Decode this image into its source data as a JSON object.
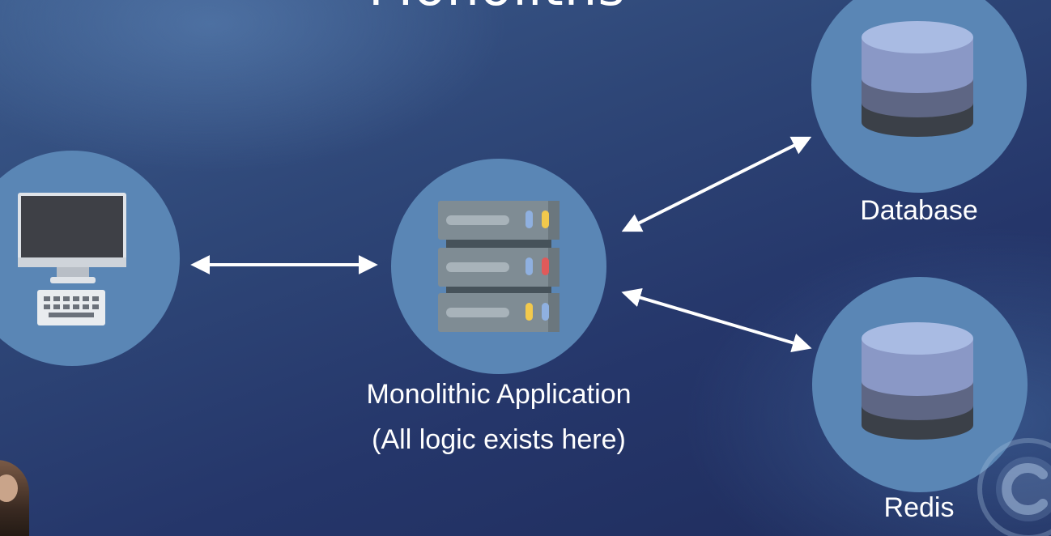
{
  "slide": {
    "title": "Monoliths"
  },
  "nodes": {
    "client": {
      "icon": "desktop-computer-icon"
    },
    "app": {
      "icon": "server-rack-icon",
      "label_line1": "Monolithic Application",
      "label_line2": "(All logic exists here)"
    },
    "database": {
      "icon": "database-icon",
      "label": "Database"
    },
    "redis": {
      "icon": "database-icon",
      "label": "Redis"
    }
  },
  "connections": [
    {
      "from": "client",
      "to": "app",
      "direction": "bidirectional"
    },
    {
      "from": "app",
      "to": "database",
      "direction": "bidirectional"
    },
    {
      "from": "app",
      "to": "redis",
      "direction": "bidirectional"
    }
  ],
  "colors": {
    "node_fill": "#5a86b5",
    "arrow": "#ffffff",
    "label": "#ffffff",
    "server_body": "#7f8c94",
    "server_dark": "#46525a",
    "led_blue": "#8fb0e0",
    "led_yellow": "#f2c94c",
    "led_red": "#e05a5a",
    "db_top": "#a9bbe3",
    "db_layer1": "#8a98c6",
    "db_layer2": "#5e6684",
    "db_layer3": "#3b4048"
  },
  "watermark": {
    "icon": "watermark-logo-icon"
  },
  "presenter": {
    "icon": "presenter-webcam"
  }
}
